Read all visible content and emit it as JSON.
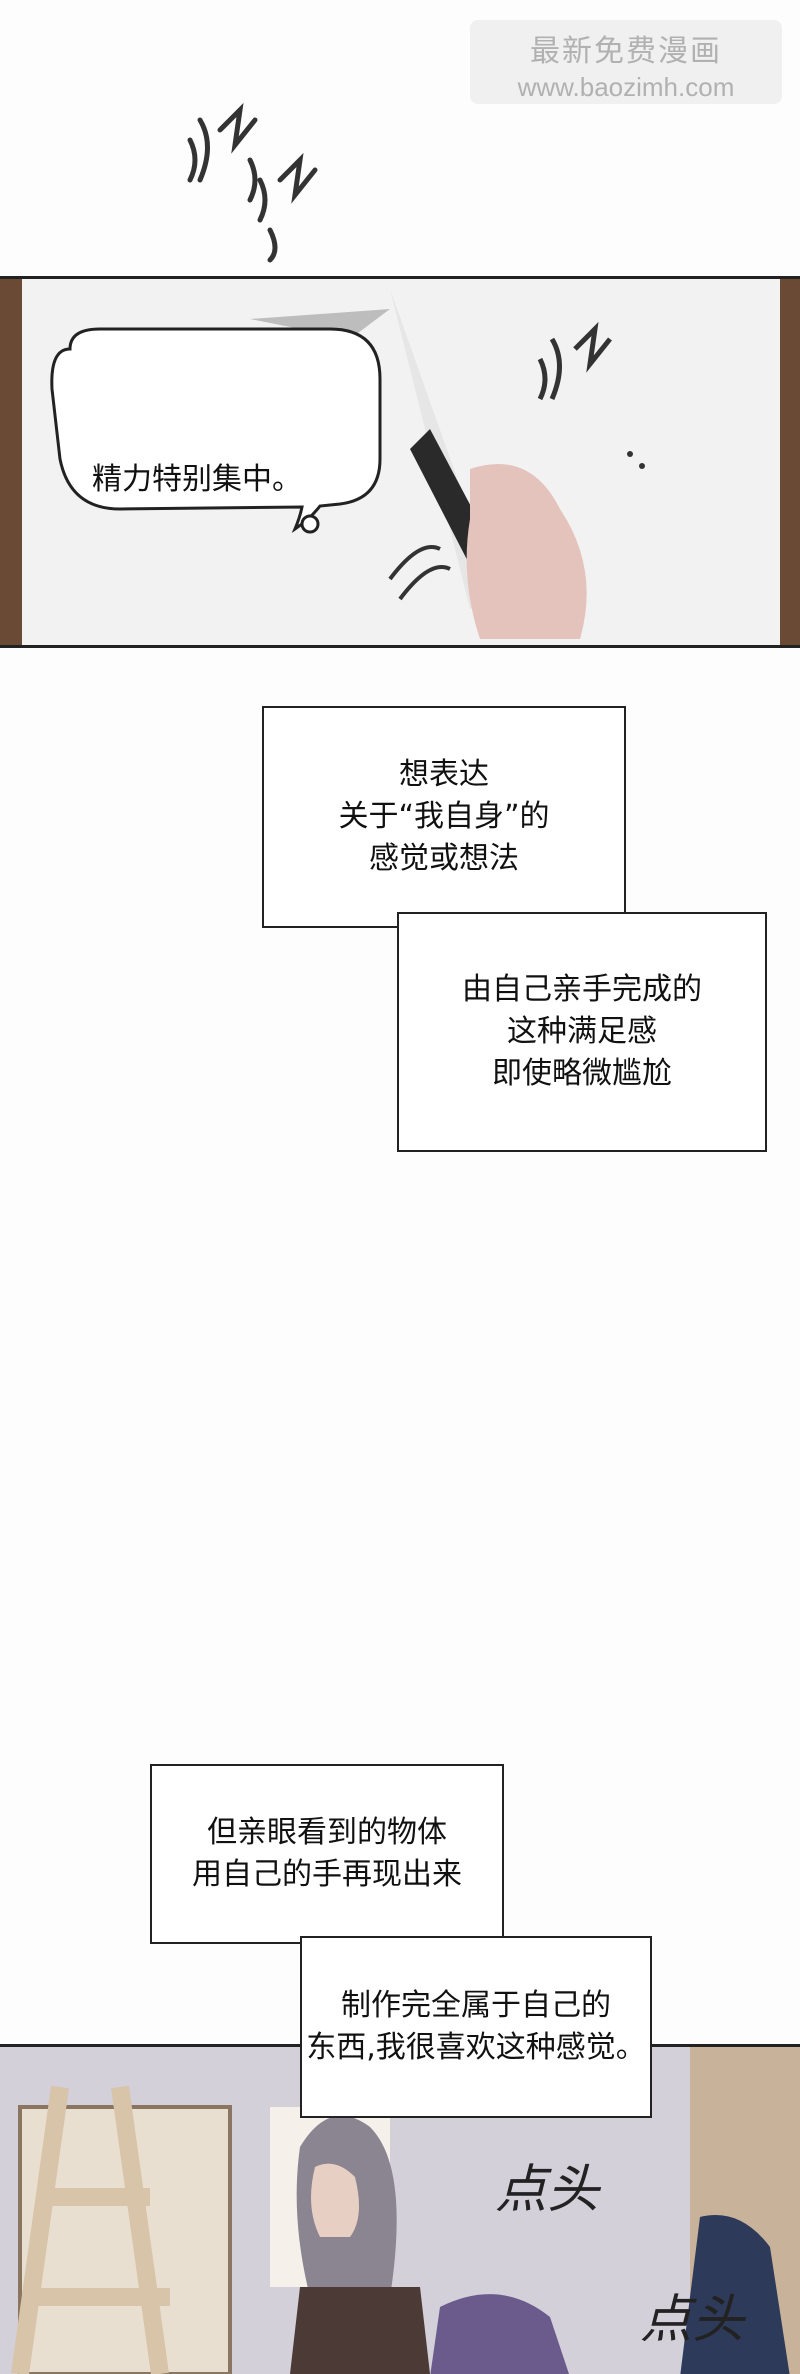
{
  "watermark": {
    "line1": "最新免费漫画",
    "line2": "www.baozimh.com"
  },
  "panel1": {
    "speech_bubble": "精力特别集中。"
  },
  "captions_block1": {
    "box_a": [
      "想表达",
      "关于“我自身”的",
      "感觉或想法"
    ],
    "box_b": [
      "由自己亲手完成的",
      "这种满足感",
      "即使略微尴尬"
    ]
  },
  "captions_block2": {
    "box_a": [
      "但亲眼看到的物体",
      "用自己的手再现出来"
    ],
    "box_b": [
      "制作完全属于自己的",
      "东西,我很喜欢这种感觉。"
    ]
  },
  "panel3": {
    "sfx_1": "点头",
    "sfx_2": "点头"
  }
}
